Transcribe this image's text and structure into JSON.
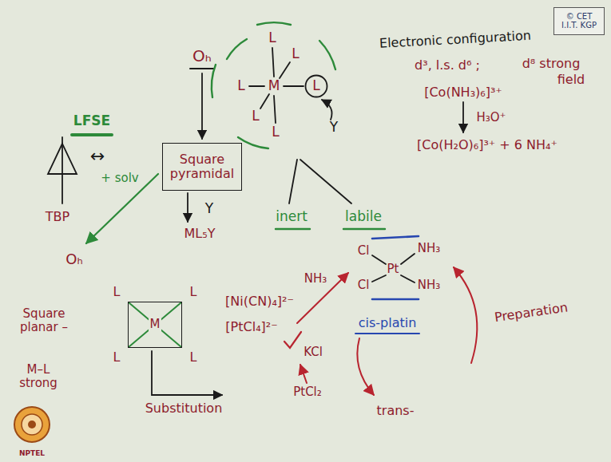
{
  "diagram": {
    "nodes": [
      {
        "text": [
          "© CET",
          "I.I.T. KGP"
        ]
      },
      {
        "text": [
          "L"
        ]
      },
      {
        "text": [
          "Square pyramidal"
        ]
      },
      {
        "text": [
          "M"
        ]
      }
    ],
    "labels": [
      "LFSE",
      "Oₕ",
      "L",
      "L",
      "L",
      "M",
      "L",
      "L",
      "Y",
      "Electronic configuration",
      "d³, l.s. d⁶ ;",
      "d⁸ strong",
      "field",
      "[Co(NH₃)₆]³⁺",
      "H₃O⁺",
      "[Co(H₂O)₆]³⁺ + 6 NH₄⁺",
      "↔",
      "TBP",
      "+ solv",
      "Y",
      "ML₅Y",
      "Oₕ",
      "inert",
      "labile",
      "Square planar –",
      "L",
      "L",
      "L",
      "L",
      "[Ni(CN)₄]²⁻",
      "[PtCl₄]²⁻",
      "NH₃",
      "KCl",
      "PtCl₂",
      "M–L strong",
      "Substitution",
      "Cl",
      "Pt",
      "NH₃",
      "Cl",
      "NH₃",
      "cis-platin",
      "Preparation",
      "trans-",
      "NPTEL"
    ]
  }
}
